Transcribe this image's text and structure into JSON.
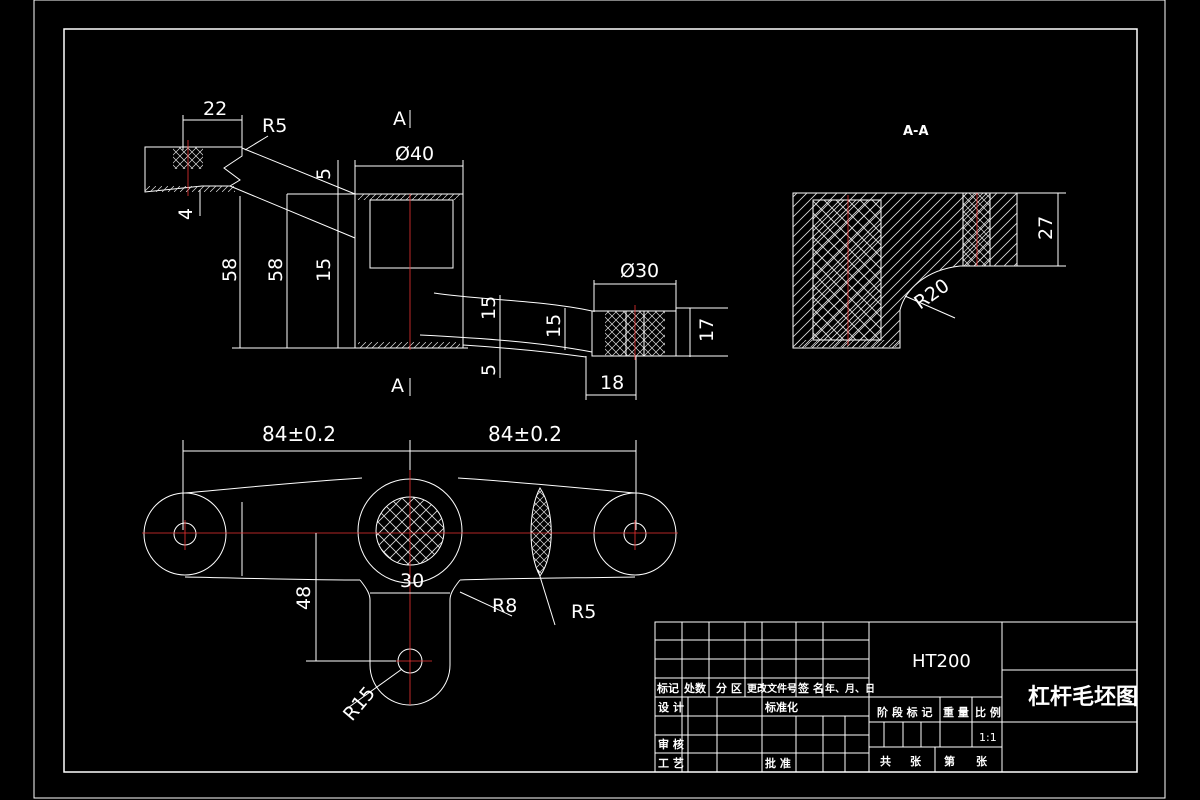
{
  "top_view": {
    "section_marker_top": "A",
    "section_marker_bottom": "A",
    "dims": {
      "w22": "22",
      "r5_top": "R5",
      "d40": "Ø40",
      "v5_top": "5",
      "v4": "4",
      "h58_a": "58",
      "h58_b": "58",
      "h15_a": "15",
      "d30": "Ø30",
      "h15_b": "15",
      "h15_c": "15",
      "v5_bottom": "5",
      "h17": "17",
      "w18": "18"
    }
  },
  "section_view": {
    "title": "A-A",
    "dims": {
      "h27": "27",
      "r20": "R20"
    }
  },
  "bottom_view": {
    "dims": {
      "left_span": "84±0.2",
      "right_span": "84±0.2",
      "w30": "30",
      "h48": "48",
      "r8": "R8",
      "r5": "R5",
      "r15": "R15"
    }
  },
  "title_block": {
    "material": "HT200",
    "part_name": "杠杆毛坯图",
    "headers": [
      "标记",
      "处数",
      "分 区",
      "更改文件号",
      "签 名",
      "年、月、日"
    ],
    "design": "设 计",
    "standardization": "标准化",
    "review": "审 核",
    "process": "工 艺",
    "approve": "批 准",
    "stage_mark": "阶 段 标 记",
    "weight": "重 量",
    "scale": "比 例",
    "scale_value": "1:1",
    "sheets_total": "共",
    "sheets_total_unit": "张",
    "sheet_no": "第",
    "sheet_no_unit": "张"
  }
}
